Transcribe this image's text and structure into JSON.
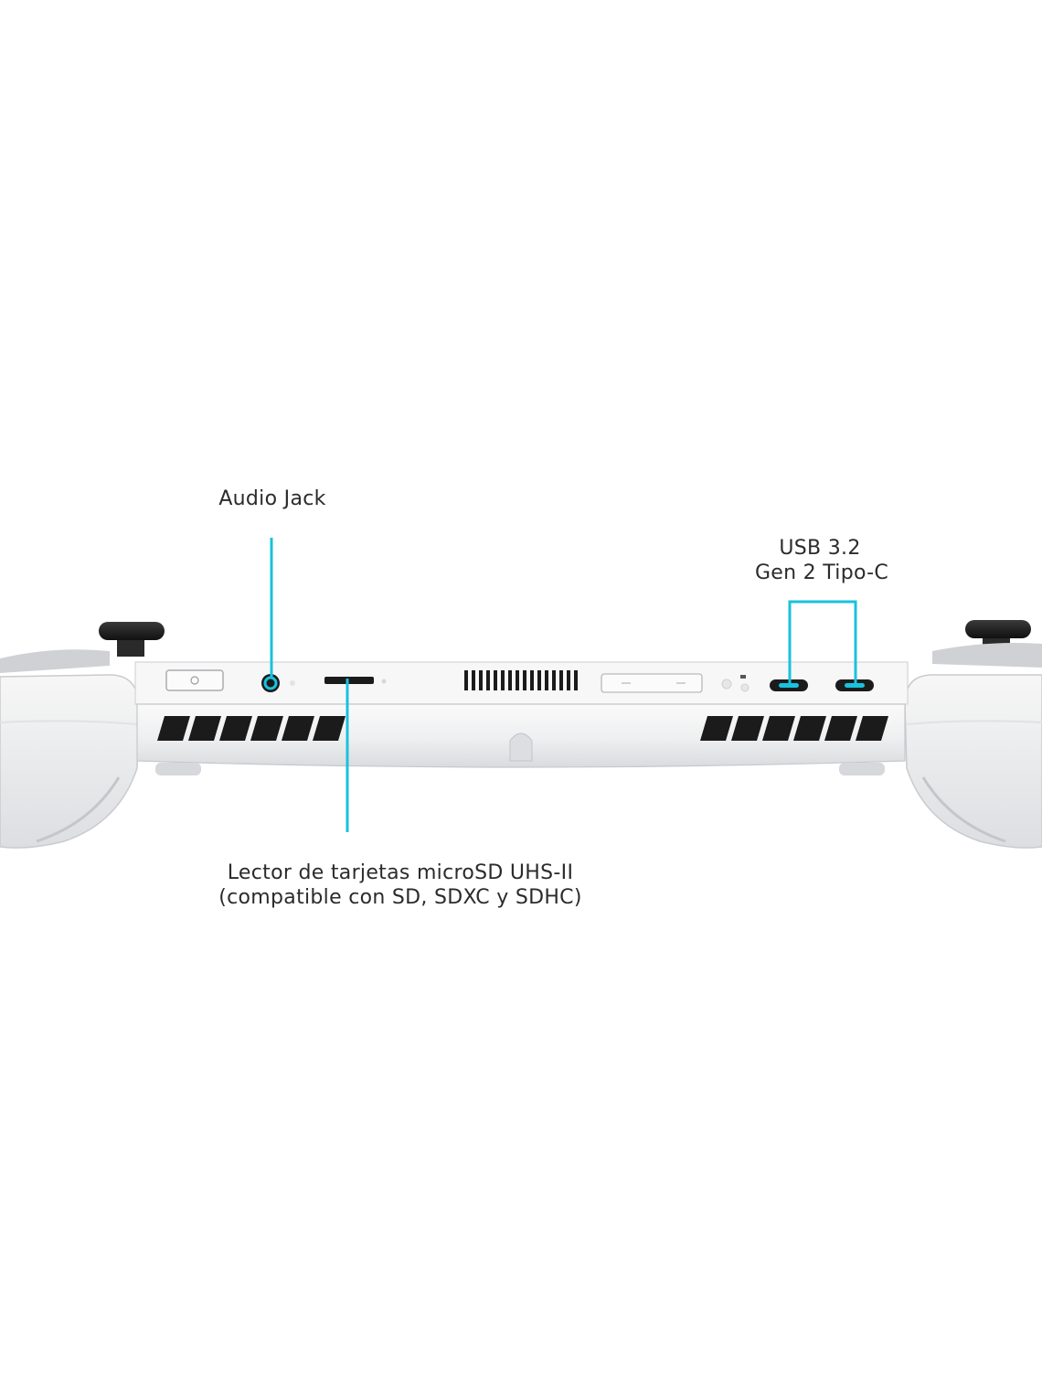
{
  "callouts": {
    "audio_jack": {
      "label": "Audio Jack"
    },
    "usb": {
      "line1": "USB 3.2",
      "line2": "Gen 2 Tipo-C"
    },
    "microsd": {
      "line1": "Lector de tarjetas microSD UHS-II",
      "line2": "(compatible con SD, SDXC y SDHC)"
    }
  },
  "colors": {
    "accent": "#19c2dc",
    "device_body": "#f1f2f3",
    "device_shadow": "#d2d4d7",
    "vent": "#1b1b1b",
    "text": "#2b2b2b"
  }
}
